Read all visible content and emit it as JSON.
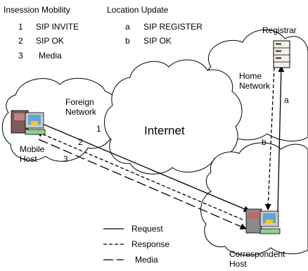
{
  "legend": {
    "insession_title": "Insession Mobility",
    "location_title": "Location Update",
    "insession_items": [
      {
        "num": "1",
        "label": "SIP INVITE"
      },
      {
        "num": "2",
        "label": "SIP OK"
      },
      {
        "num": "3",
        "label": "Media"
      }
    ],
    "location_items": [
      {
        "letter": "a",
        "label": "SIP REGISTER"
      },
      {
        "letter": "b",
        "label": "SIP OK"
      }
    ]
  },
  "nodes": {
    "registrar": "Registrar",
    "home_network": [
      "Home",
      "Network"
    ],
    "foreign_network": [
      "Foreign",
      "Network"
    ],
    "internet": "Internet",
    "mobile_host": [
      "Mobile",
      "Host"
    ],
    "correspondent_host": [
      "Correspondent",
      "Host"
    ]
  },
  "arrow_labels": {
    "one": "1",
    "two": "2",
    "three": "3",
    "a": "a",
    "b": "b"
  },
  "line_key": {
    "request": "Request",
    "response": "Response",
    "media": "Media"
  }
}
